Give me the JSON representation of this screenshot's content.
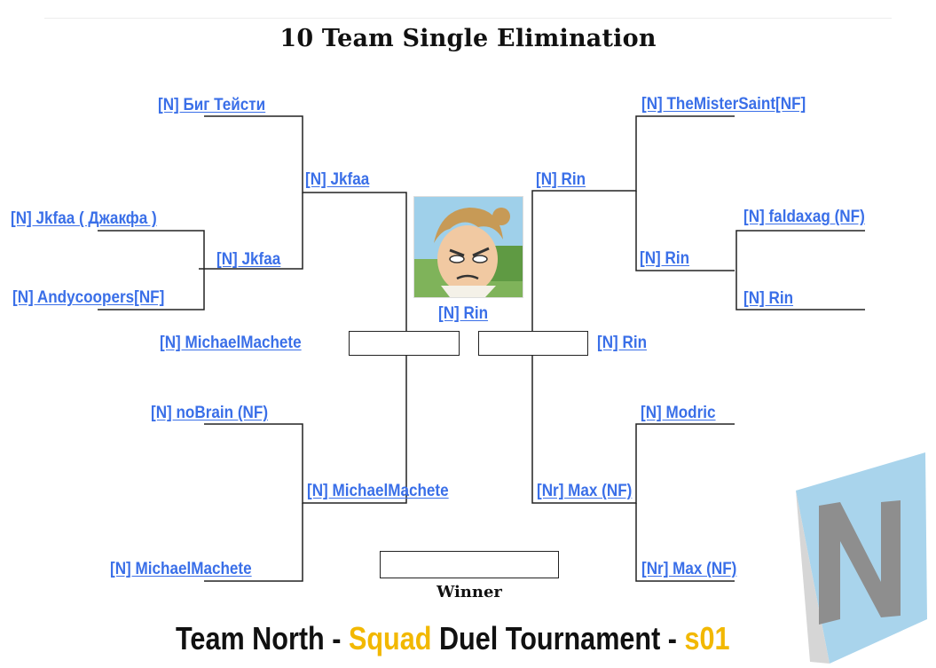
{
  "title": "10 Team Single Elimination",
  "left": {
    "round1": [
      "[N] Биг Тейсти",
      "[N] Jkfaa ( Джакфа )",
      "[N] Andycoopers[NF]",
      "[N] noBrain (NF)",
      "[N] MichaelMachete"
    ],
    "round2": [
      "[N] Jkfaa",
      "[N] Jkfaa",
      "[N] MichaelMachete"
    ],
    "semifinal": "[N] MichaelMachete"
  },
  "right": {
    "round1": [
      "[N] TheMisterSaint[NF]",
      "[N] faldaxag (NF)",
      "[N] Rin",
      "[N] Modric",
      "[Nr] Max (NF)"
    ],
    "round2": [
      "[N] Rin",
      "[N] Rin",
      "[Nr] Max (NF)"
    ],
    "semifinal": "[N] Rin"
  },
  "final_name": "[N] Rin",
  "winner_label": "Winner",
  "footer": {
    "part1": "Team North - ",
    "part2": "Squad",
    "part3": " Duel Tournament - ",
    "part4": "s01"
  },
  "colors": {
    "name_link": "#3a6fe8",
    "footer_highlight": "#f2b800",
    "bracket_line": "#222222"
  }
}
